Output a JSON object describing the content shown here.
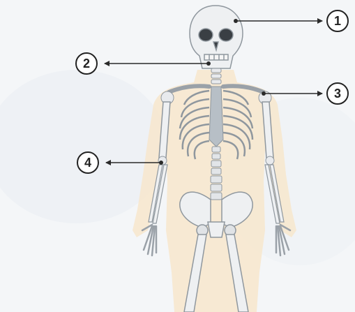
{
  "labels": [
    {
      "id": "label-1",
      "number": "1"
    },
    {
      "id": "label-2",
      "number": "2"
    },
    {
      "id": "label-3",
      "number": "3"
    },
    {
      "id": "label-4",
      "number": "4"
    }
  ],
  "colors": {
    "background": "#f4f6f8",
    "body_outline": "#f5e3c8",
    "bone": "#eef0f2",
    "bone_stroke": "#9aa1a8",
    "arrow": "#2a2a2a"
  }
}
